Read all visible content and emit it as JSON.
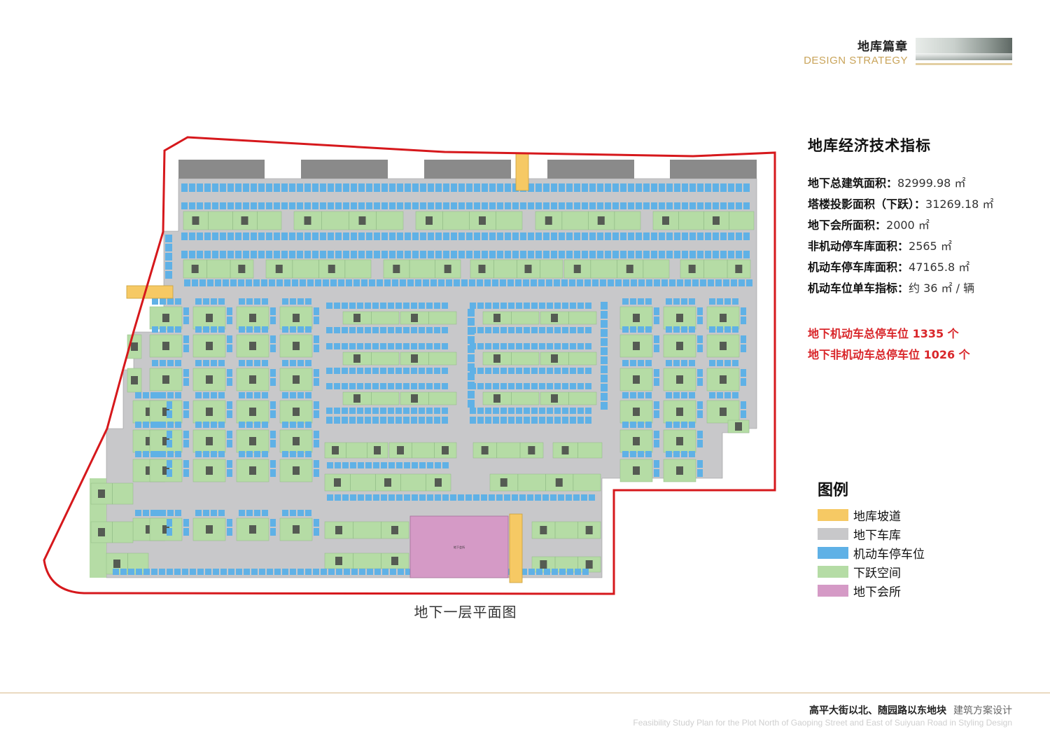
{
  "header": {
    "title": "地库篇章",
    "subtitle": "DESIGN STRATEGY"
  },
  "plan": {
    "caption": "地下一层平面图",
    "clubhouse_label": "地下会所"
  },
  "indicators": {
    "title": "地库经济技术指标",
    "rows": [
      {
        "label": "地下总建筑面积：",
        "value": "82999.98 ㎡"
      },
      {
        "label": "塔楼投影面积（下跃）：",
        "value": "31269.18 ㎡"
      },
      {
        "label": "地下会所面积：",
        "value": "2000 ㎡"
      },
      {
        "label": "非机动停车库面积：",
        "value": "2565 ㎡"
      },
      {
        "label": "机动车停车库面积：",
        "value": "47165.8 ㎡"
      },
      {
        "label": "机动车位单车指标：",
        "value": "约 36 ㎡ / 辆"
      }
    ],
    "totals": [
      "地下机动车总停车位 1335 个",
      "地下非机动车总停车位 1026 个"
    ]
  },
  "legend": {
    "title": "图例",
    "items": [
      {
        "label": "地库坡道",
        "color": "#f6c964"
      },
      {
        "label": "地下车库",
        "color": "#c8c8ca"
      },
      {
        "label": "机动车停车位",
        "color": "#5fb1e6"
      },
      {
        "label": "下跃空间",
        "color": "#b5dca5"
      },
      {
        "label": "地下会所",
        "color": "#d59ac6"
      }
    ]
  },
  "colors": {
    "boundary": "#d6181c",
    "garage": "#c8c8ca",
    "parking": "#5fb1e6",
    "duplex": "#b5dca5",
    "ramp": "#f6c964",
    "clubhouse": "#d59ac6",
    "tower_top": "#8a8a8a",
    "core": "#444444"
  },
  "footer": {
    "project_cn": "高平大街以北、随园路以东地块",
    "project_type": "建筑方案设计",
    "project_en": "Feasibility Study Plan for the Plot North of Gaoping Street and East of Suiyuan Road in Styling Design"
  }
}
